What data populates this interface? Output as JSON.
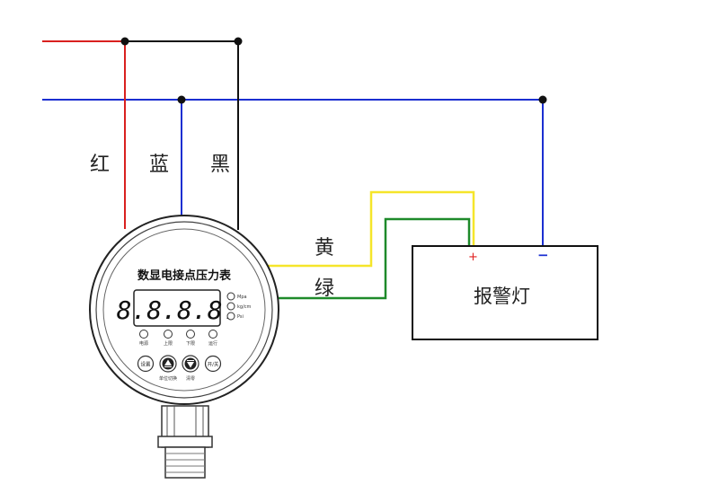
{
  "wires": {
    "red_label": "红",
    "blue_label": "蓝",
    "black_label": "黑",
    "yellow_label": "黄",
    "green_label": "绿",
    "colors": {
      "red": "#d9201f",
      "blue": "#1b2fd1",
      "black": "#111111",
      "yellow": "#f5e52a",
      "green": "#1e8a2a"
    }
  },
  "gauge": {
    "title": "数显电接点压力表",
    "display_value": "8.8.8.8.",
    "units": [
      "Mpa",
      "kg/cm",
      "Psi"
    ],
    "indicators": [
      "电源",
      "上限",
      "下限",
      "运行"
    ],
    "buttons": {
      "set": "设置",
      "up_icon": "up-triangle-icon",
      "down_icon": "down-triangle-icon",
      "power": "开/关"
    },
    "button_captions": {
      "unit_switch": "单位切换",
      "clear": "清零"
    }
  },
  "alarm": {
    "label": "报警灯",
    "plus": "+",
    "minus": "−",
    "plus_color": "#e0201f",
    "minus_color": "#1b2fd1"
  }
}
